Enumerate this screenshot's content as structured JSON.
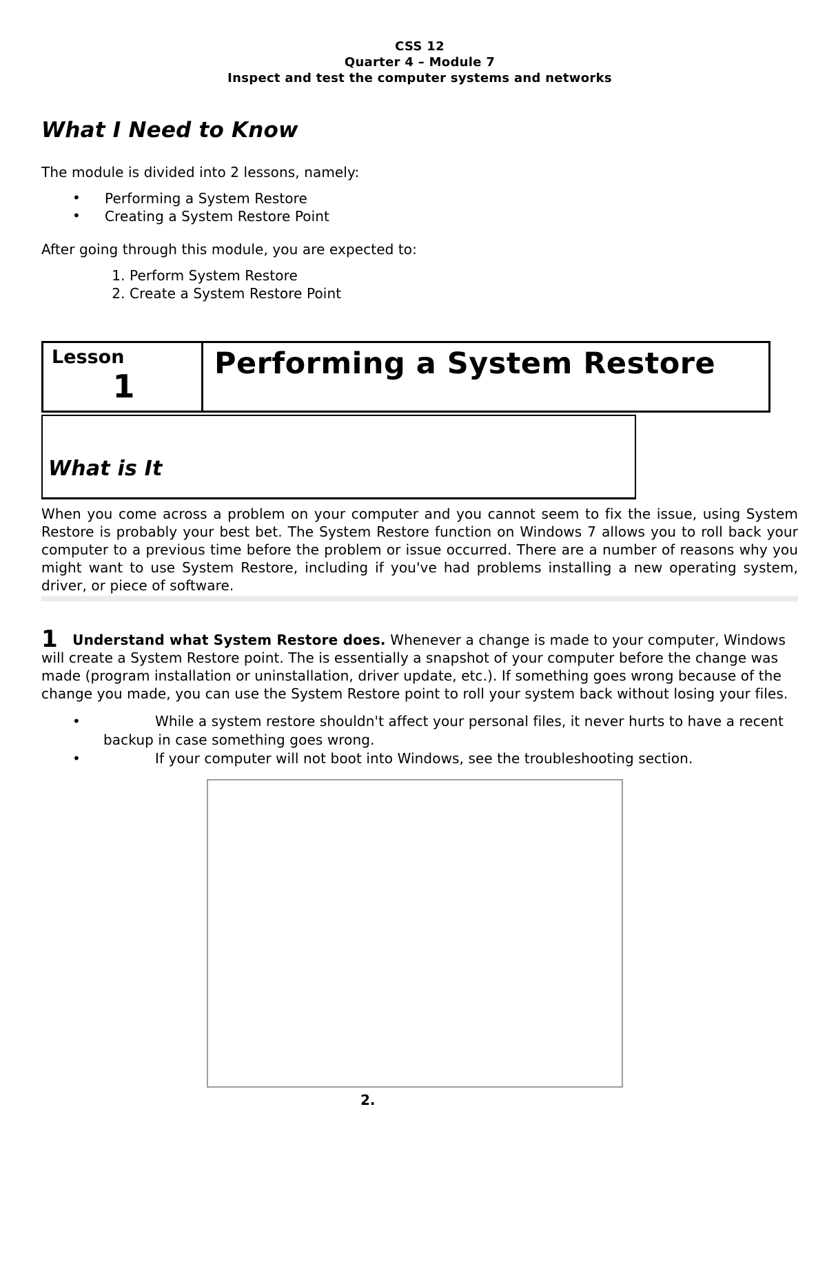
{
  "colors": {
    "text": "#000000",
    "page_bg": "#ffffff",
    "highlight_bar": "#ececec",
    "figure_border": "#9d9d9d"
  },
  "bullet_glyph": "•",
  "header": {
    "line1": "CSS 12",
    "line2": "Quarter 4 – Module 7",
    "line3": "Inspect and test the computer systems and networks"
  },
  "intro": {
    "heading": "What I Need to Know",
    "lead": "The module is divided into 2 lessons, namely:",
    "lessons": [
      "Performing a System Restore",
      "Creating a System Restore Point"
    ],
    "expectation_lead": "After going through this module, you are expected to:",
    "objectives": [
      "Perform System Restore",
      "Create a System Restore Point"
    ]
  },
  "lesson_banner": {
    "label": "Lesson",
    "number": "1",
    "title": "Performing a System Restore"
  },
  "what_is_it": {
    "heading": "What is It",
    "paragraph": "When you come across a problem on your computer and you cannot seem to fix the issue, using System Restore is probably your best bet. The System Restore function on Windows 7 allows you to roll back your computer to a previous time before the problem or issue occurred. There are a number of reasons why you might want to use System Restore, including if you've had problems installing a new operating system, driver, or piece of software."
  },
  "step1": {
    "number": "1",
    "title": "Understand what System Restore does.",
    "body": "Whenever a change is made to your computer, Windows will create a System Restore point. The is essentially a snapshot of your computer before the change was made (program installation or uninstallation, driver update, etc.). If something goes wrong because of the change you made, you can use the System Restore point to roll your system back without losing your files.",
    "notes": [
      "While a system restore shouldn't affect your personal files, it never hurts to have a recent backup in case something goes wrong.",
      "If your computer will not boot into Windows, see the troubleshooting section."
    ],
    "figure_caption": "2."
  }
}
